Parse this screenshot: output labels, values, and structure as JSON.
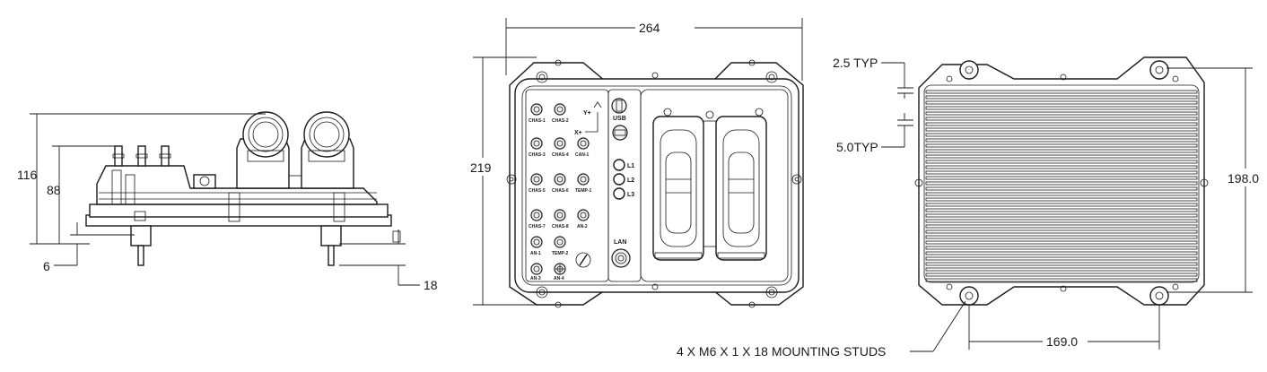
{
  "side_view": {
    "dims": {
      "height_overall": "116",
      "height_body": "88",
      "stud_offset": "6",
      "stud_length": "18"
    }
  },
  "front_view": {
    "dims": {
      "width": "264",
      "height": "219"
    },
    "connector_labels": [
      "CHAS-1",
      "CHAS-2",
      "CHAS-3",
      "CHAS-4",
      "CHAS-5",
      "CHAS-6",
      "CAN-1",
      "CHAS-7",
      "CHAS-8",
      "TEMP-1",
      "AN-1",
      "AN-2",
      "TEMP-2",
      "AN-3",
      "AN-4"
    ],
    "labels": {
      "usb": "USB",
      "axis_y": "Y+",
      "axis_x": "X+",
      "led_1": "L1",
      "led_2": "L2",
      "led_3": "L3",
      "lan": "LAN"
    }
  },
  "rear_view": {
    "dims": {
      "height": "198.0",
      "stud_spacing": "169.0",
      "fin_pitch": "2.5 TYP",
      "fin_width": "5.0TYP"
    },
    "callout": "4 X M6 X 1 X 18 MOUNTING STUDS"
  }
}
